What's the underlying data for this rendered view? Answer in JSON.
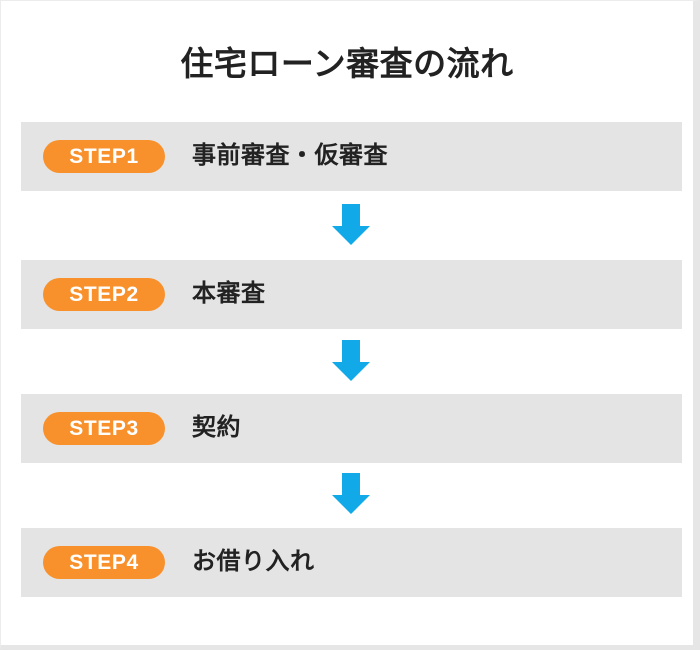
{
  "diagram": {
    "title": "住宅ローン審査の流れ",
    "accent_badge_color": "#f8912c",
    "band_color": "#e4e4e4",
    "arrow_color": "#11a9e8",
    "text_color": "#222222",
    "background_color": "#ffffff",
    "arrow_icon_name": "down-arrow-icon",
    "steps": [
      {
        "badge": "STEP1",
        "label": "事前審査・仮審査"
      },
      {
        "badge": "STEP2",
        "label": "本審査"
      },
      {
        "badge": "STEP3",
        "label": "契約"
      },
      {
        "badge": "STEP4",
        "label": "お借り入れ"
      }
    ],
    "connectors": [
      {
        "from": "STEP1",
        "to": "STEP2",
        "symbol": "↓"
      },
      {
        "from": "STEP2",
        "to": "STEP3",
        "symbol": "↓"
      },
      {
        "from": "STEP3",
        "to": "STEP4",
        "symbol": "↓"
      }
    ]
  }
}
